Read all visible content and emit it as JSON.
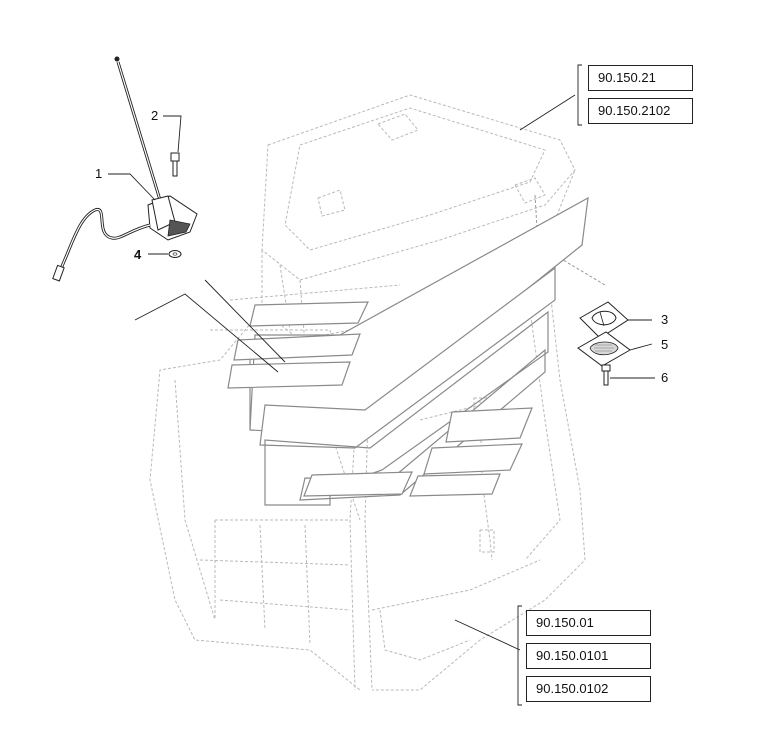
{
  "callouts": {
    "c1": "1",
    "c2": "2",
    "c3": "3",
    "c4": "4",
    "c5": "5",
    "c6": "6"
  },
  "reference_groups": {
    "top": [
      "90.150.21",
      "90.150.2102"
    ],
    "bottom": [
      "90.150.01",
      "90.150.0101",
      "90.150.0102"
    ]
  }
}
